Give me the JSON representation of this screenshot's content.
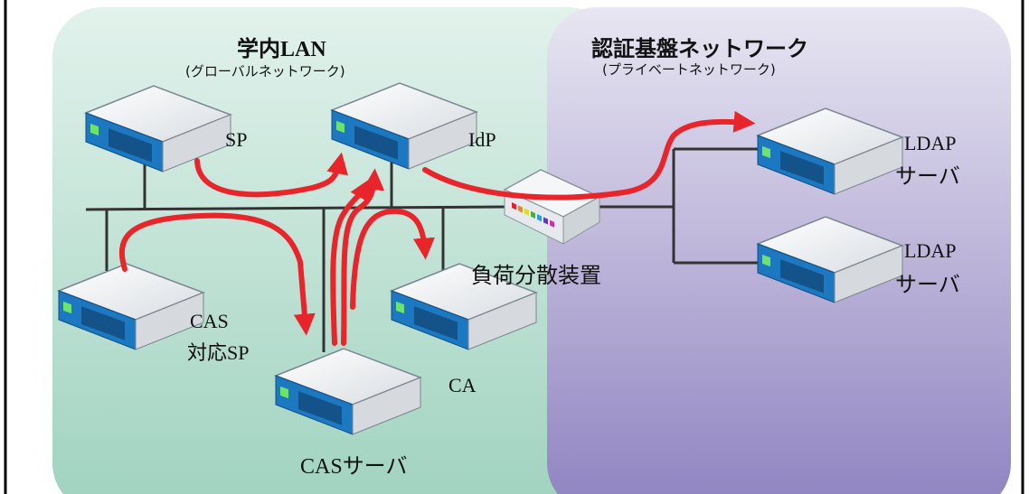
{
  "zones": {
    "lan": {
      "title": "学内LAN",
      "subtitle": "(グローバルネットワーク)",
      "fill_top": "#e2f2ec",
      "fill_bottom": "#9fd2bf"
    },
    "auth": {
      "title": "認証基盤ネットワーク",
      "subtitle": "(プライベートネットワーク)",
      "fill_top": "#e8e6f2",
      "fill_bottom": "#8f82c0"
    }
  },
  "devices": {
    "sp": "SP",
    "idp": "IdP",
    "cas_sp_line1": "CAS",
    "cas_sp_line2": "対応SP",
    "cas_server": "CASサーバ",
    "ca": "CA",
    "load_balancer": "負荷分散装置",
    "ldap1_line1": "LDAP",
    "ldap1_line2": "サーバ",
    "ldap2_line1": "LDAP",
    "ldap2_line2": "サーバ"
  },
  "colors": {
    "flow_arrow": "#e8252b",
    "network_line": "#333333",
    "device_blue": "#1c78c0"
  }
}
